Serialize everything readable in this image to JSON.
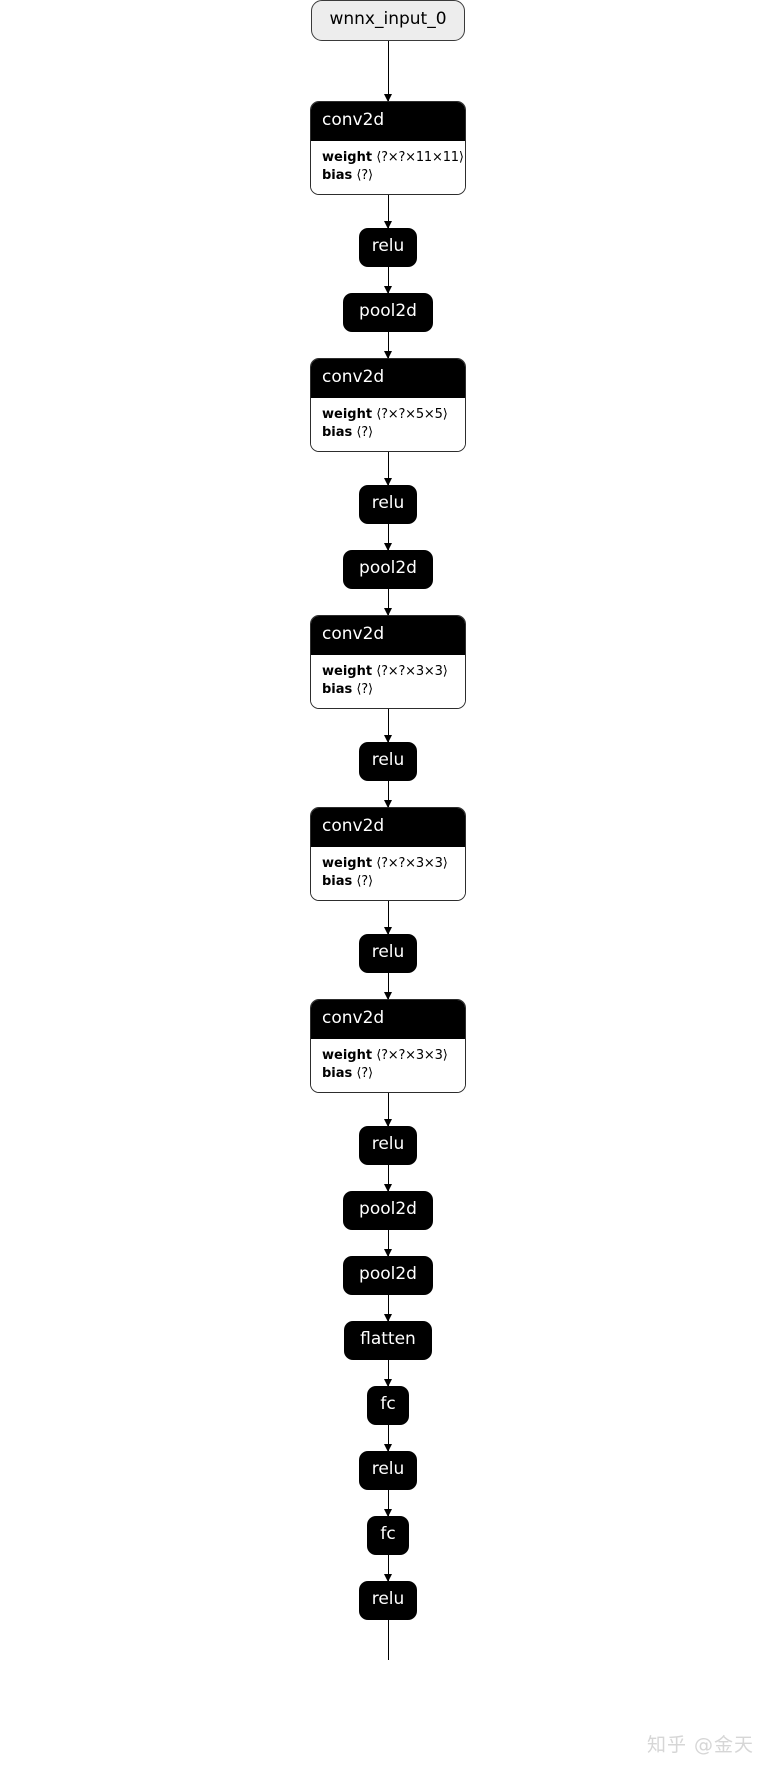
{
  "diagram": {
    "type": "neural-network-graph",
    "orientation": "top-to-bottom",
    "input_node": {
      "label": "wnnx_input_0",
      "style": "rounded-light"
    },
    "nodes": [
      {
        "id": "n0",
        "kind": "input",
        "label": "wnnx_input_0"
      },
      {
        "id": "n1",
        "kind": "conv2d",
        "label": "conv2d",
        "params": [
          {
            "key": "weight",
            "value": "⟨?×?×11×11⟩"
          },
          {
            "key": "bias",
            "value": "⟨?⟩"
          }
        ]
      },
      {
        "id": "n2",
        "kind": "op",
        "label": "relu"
      },
      {
        "id": "n3",
        "kind": "op",
        "label": "pool2d"
      },
      {
        "id": "n4",
        "kind": "conv2d",
        "label": "conv2d",
        "params": [
          {
            "key": "weight",
            "value": "⟨?×?×5×5⟩"
          },
          {
            "key": "bias",
            "value": "⟨?⟩"
          }
        ]
      },
      {
        "id": "n5",
        "kind": "op",
        "label": "relu"
      },
      {
        "id": "n6",
        "kind": "op",
        "label": "pool2d"
      },
      {
        "id": "n7",
        "kind": "conv2d",
        "label": "conv2d",
        "params": [
          {
            "key": "weight",
            "value": "⟨?×?×3×3⟩"
          },
          {
            "key": "bias",
            "value": "⟨?⟩"
          }
        ]
      },
      {
        "id": "n8",
        "kind": "op",
        "label": "relu"
      },
      {
        "id": "n9",
        "kind": "conv2d",
        "label": "conv2d",
        "params": [
          {
            "key": "weight",
            "value": "⟨?×?×3×3⟩"
          },
          {
            "key": "bias",
            "value": "⟨?⟩"
          }
        ]
      },
      {
        "id": "n10",
        "kind": "op",
        "label": "relu"
      },
      {
        "id": "n11",
        "kind": "conv2d",
        "label": "conv2d",
        "params": [
          {
            "key": "weight",
            "value": "⟨?×?×3×3⟩"
          },
          {
            "key": "bias",
            "value": "⟨?⟩"
          }
        ]
      },
      {
        "id": "n12",
        "kind": "op",
        "label": "relu"
      },
      {
        "id": "n13",
        "kind": "op",
        "label": "pool2d"
      },
      {
        "id": "n14",
        "kind": "op",
        "label": "pool2d"
      },
      {
        "id": "n15",
        "kind": "op",
        "label": "flatten"
      },
      {
        "id": "n16",
        "kind": "op",
        "label": "fc"
      },
      {
        "id": "n17",
        "kind": "op",
        "label": "relu"
      },
      {
        "id": "n18",
        "kind": "op",
        "label": "fc"
      },
      {
        "id": "n19",
        "kind": "op",
        "label": "relu"
      }
    ]
  },
  "watermark": {
    "text": "知乎 @金天"
  },
  "colors": {
    "node_fill": "#000000",
    "node_text": "#ffffff",
    "input_fill": "#ededed",
    "input_border": "#3a3a3a",
    "conv_body_fill": "#ffffff",
    "edge": "#000000",
    "background": "#ffffff",
    "watermark": "#d6d6d6"
  }
}
